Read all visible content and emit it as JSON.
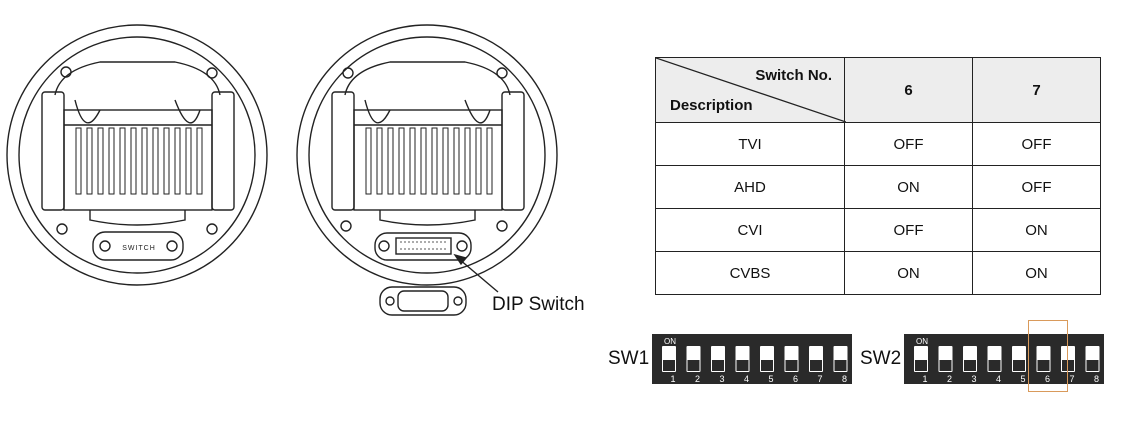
{
  "callout": {
    "dip_switch": "DIP Switch"
  },
  "camera_left": {
    "switch_label": "SWITCH"
  },
  "table": {
    "header_switch_no": "Switch No.",
    "header_description": "Description",
    "columns": [
      "6",
      "7"
    ],
    "rows": [
      {
        "description": "TVI",
        "values": [
          "OFF",
          "OFF"
        ]
      },
      {
        "description": "AHD",
        "values": [
          "ON",
          "OFF"
        ]
      },
      {
        "description": "CVI",
        "values": [
          "OFF",
          "ON"
        ]
      },
      {
        "description": "CVBS",
        "values": [
          "ON",
          "ON"
        ]
      }
    ]
  },
  "switches": {
    "on_label": "ON",
    "sw1": {
      "label": "SW1",
      "numbers": [
        "1",
        "2",
        "3",
        "4",
        "5",
        "6",
        "7",
        "8"
      ]
    },
    "sw2": {
      "label": "SW2",
      "numbers": [
        "1",
        "2",
        "3",
        "4",
        "5",
        "6",
        "7",
        "8"
      ],
      "highlighted": [
        "6",
        "7"
      ]
    },
    "highlight_color": "#d99a5b"
  }
}
